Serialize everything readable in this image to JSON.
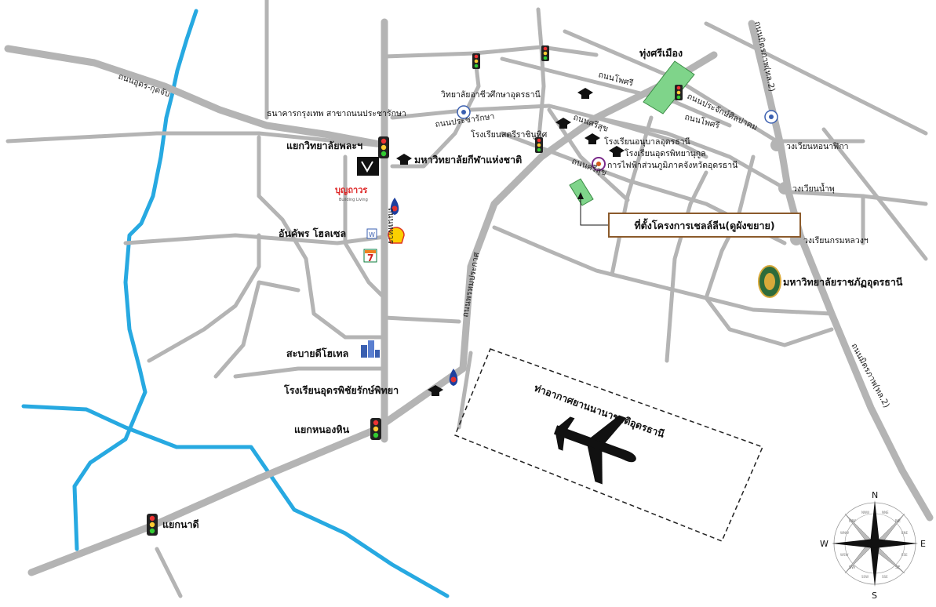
{
  "map": {
    "landmarks": {
      "thung_si_mueang": "ทุ่งศรีเมือง",
      "bangkok_bank": "ธนาคารกรุงเทพ สาขาถนนประชารักษา",
      "wittaya_alai_achiwa": "วิทยาลัยอาชีวศึกษาอุดรธานี",
      "kaeng_vittayalai": "แยกวิทยาลัยพละฯ",
      "university_kfs": "มหาวิทยาลัยกีฬาแห่งชาติ",
      "school_satri": "โรงเรียนสตรีราชินูทิศ",
      "school_anuban": "โรงเรียนอนุบาลอุดรธานี",
      "school_udon_pittaya": "โรงเรียนอุดรพิทยานุกูล",
      "pea": "การไฟฟ้าส่วนภูมิภาคจังหวัดอุดรธานี",
      "boonthavorn": "บุญถาวร",
      "boonthavorn_tag": "Building Living",
      "an_khum_hotel": "อันคัพร โฮลเซล",
      "sabaidee_hotel": "สะบายดีโฮเทล",
      "school_udon_pichai": "โรงเรียนอุดรพิชัยรักษ์พิทยา",
      "kaeng_nong_hin": "แยกหนองหิน",
      "kaeng_na_di": "แยกนาดี",
      "airport": "ท่าอากาศยานนานาชาติอุดรธานี",
      "rajabhat": "มหาวิทยาลัยราชภัฏอุดรธานี",
      "circle_clock": "วงเวียนหอนาฬิกา",
      "circle_fountain": "วงเวียนน้ำพุ",
      "circle_krom": "วงเรียนกรมหลวงฯ"
    },
    "roads": {
      "udon_kut_chap": "ถนนอุดร-กุดจับ",
      "pho_si": "ถนนโพศรี",
      "prachak": "ถนนประจักษ์ศิลปาคม",
      "pho_si_2": "ถนนโพศรี",
      "prachaksa": "ถนนประชารักษา",
      "si_suk": "ถนนศรีสุข",
      "si_suk_2": "ถนนศรีสุข",
      "thahan": "ถนนทหาร",
      "phon_phisai": "ถนนพรหมประกาศ",
      "mitraphap_top": "ถนนมิตรภาพ(ทล.2)",
      "mitraphap_bottom": "ถนนมิตรภาพ(ทล.2)"
    },
    "project_callout": "ที่ตั้งโครงการเชลล์ลีน(ดูผังขยาย)",
    "compass": {
      "n": "N",
      "s": "S",
      "e": "E",
      "w": "W",
      "nw": "NW",
      "ne": "NE",
      "sw": "SW",
      "se": "SE",
      "nnw": "NNW",
      "nne": "NNE",
      "ene": "ENE",
      "wnw": "WNW",
      "wsw": "WSW",
      "ese": "ESE",
      "ssw": "SSW",
      "sse": "SSE"
    },
    "colors": {
      "road": "#b4b4b4",
      "river": "#27a9e1",
      "park": "#7fd48a",
      "project": "#7fd48a",
      "callout_border": "#8b5a2b"
    }
  }
}
